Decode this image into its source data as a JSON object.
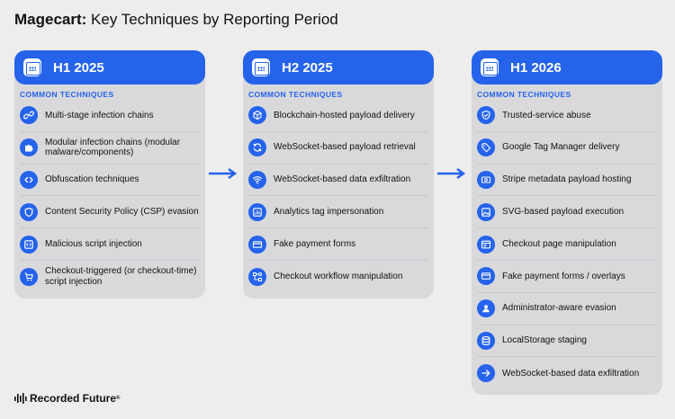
{
  "title": {
    "bold": "Magecart:",
    "rest": " Key Techniques by Reporting Period"
  },
  "section_label": "COMMON TECHNIQUES",
  "columns": [
    {
      "period": "H1 2025",
      "items": [
        {
          "label": "Multi-stage infection chains",
          "icon": "link-icon"
        },
        {
          "label": "Modular infection chains (modular malware/components)",
          "icon": "puzzle-icon"
        },
        {
          "label": "Obfuscation techniques",
          "icon": "code-icon"
        },
        {
          "label": "Content Security Policy (CSP) evasion",
          "icon": "shield-icon"
        },
        {
          "label": "Malicious script injection",
          "icon": "script-icon"
        },
        {
          "label": "Checkout-triggered (or checkout-time) script injection",
          "icon": "cart-icon"
        }
      ]
    },
    {
      "period": "H2 2025",
      "items": [
        {
          "label": "Blockchain-hosted payload delivery",
          "icon": "cube-icon"
        },
        {
          "label": "WebSocket-based payload retrieval",
          "icon": "sync-icon"
        },
        {
          "label": "WebSocket-based data exfiltration",
          "icon": "wifi-icon"
        },
        {
          "label": "Analytics tag impersonation",
          "icon": "chart-icon"
        },
        {
          "label": "Fake payment forms",
          "icon": "card-icon"
        },
        {
          "label": "Checkout workflow manipulation",
          "icon": "workflow-icon"
        }
      ]
    },
    {
      "period": "H1 2026",
      "items": [
        {
          "label": "Trusted-service abuse",
          "icon": "shield-check-icon"
        },
        {
          "label": "Google Tag Manager delivery",
          "icon": "tag-icon"
        },
        {
          "label": "Stripe metadata payload hosting",
          "icon": "money-icon"
        },
        {
          "label": "SVG-based payload execution",
          "icon": "image-icon"
        },
        {
          "label": "Checkout page manipulation",
          "icon": "page-icon"
        },
        {
          "label": "Fake payment forms / overlays",
          "icon": "card-icon"
        },
        {
          "label": "Administrator-aware evasion",
          "icon": "user-icon"
        },
        {
          "label": "LocalStorage staging",
          "icon": "database-icon"
        },
        {
          "label": "WebSocket-based data exfiltration",
          "icon": "arrow-right-icon"
        }
      ]
    }
  ],
  "logo_text": "Recorded Future",
  "colors": {
    "accent": "#2563eb",
    "card": "#d9d9dc",
    "background": "#ededee"
  }
}
